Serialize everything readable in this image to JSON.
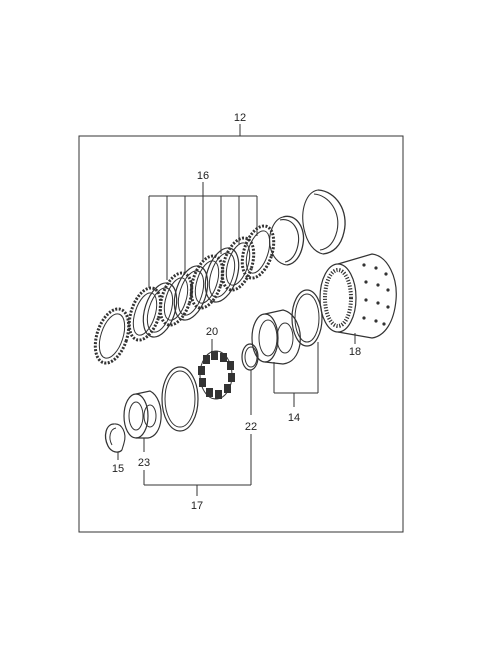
{
  "diagram": {
    "callouts": {
      "c12": "12",
      "c16": "16",
      "c20": "20",
      "c14": "14",
      "c18": "18",
      "c22": "22",
      "c15": "15",
      "c23": "23",
      "c17": "17"
    }
  }
}
